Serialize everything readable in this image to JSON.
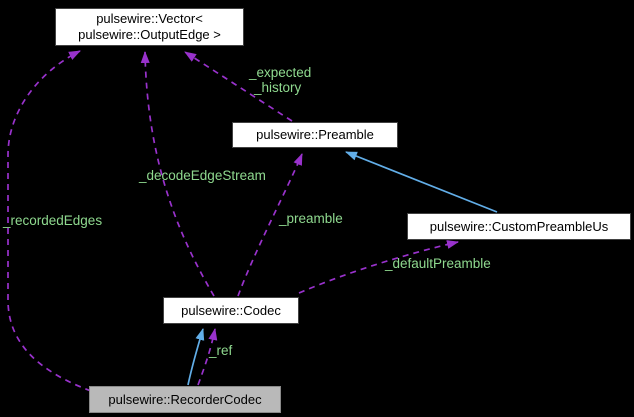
{
  "nodes": {
    "vector": {
      "line1": "pulsewire::Vector<",
      "line2": "pulsewire::OutputEdge >"
    },
    "preamble": {
      "label": "pulsewire::Preamble"
    },
    "custom_preamble": {
      "label": "pulsewire::CustomPreambleUs"
    },
    "codec": {
      "label": "pulsewire::Codec"
    },
    "recorder": {
      "label": "pulsewire::RecorderCodec"
    }
  },
  "edge_labels": {
    "expected": "_expected",
    "history": "_history",
    "decode_edge_stream": "_decodeEdgeStream",
    "recorded_edges": "_recordedEdges",
    "preamble": "_preamble",
    "default_preamble": "_defaultPreamble",
    "ref": "_ref"
  },
  "colors": {
    "background": "#000000",
    "usage_edge": "#9932cc",
    "inheritance_edge": "#62aee8",
    "edge_label_text": "#8fd98f",
    "node_fill": "#ffffff",
    "node_border": "#424242",
    "node_text": "#000000",
    "highlight_node_fill": "#b9b9b9"
  }
}
